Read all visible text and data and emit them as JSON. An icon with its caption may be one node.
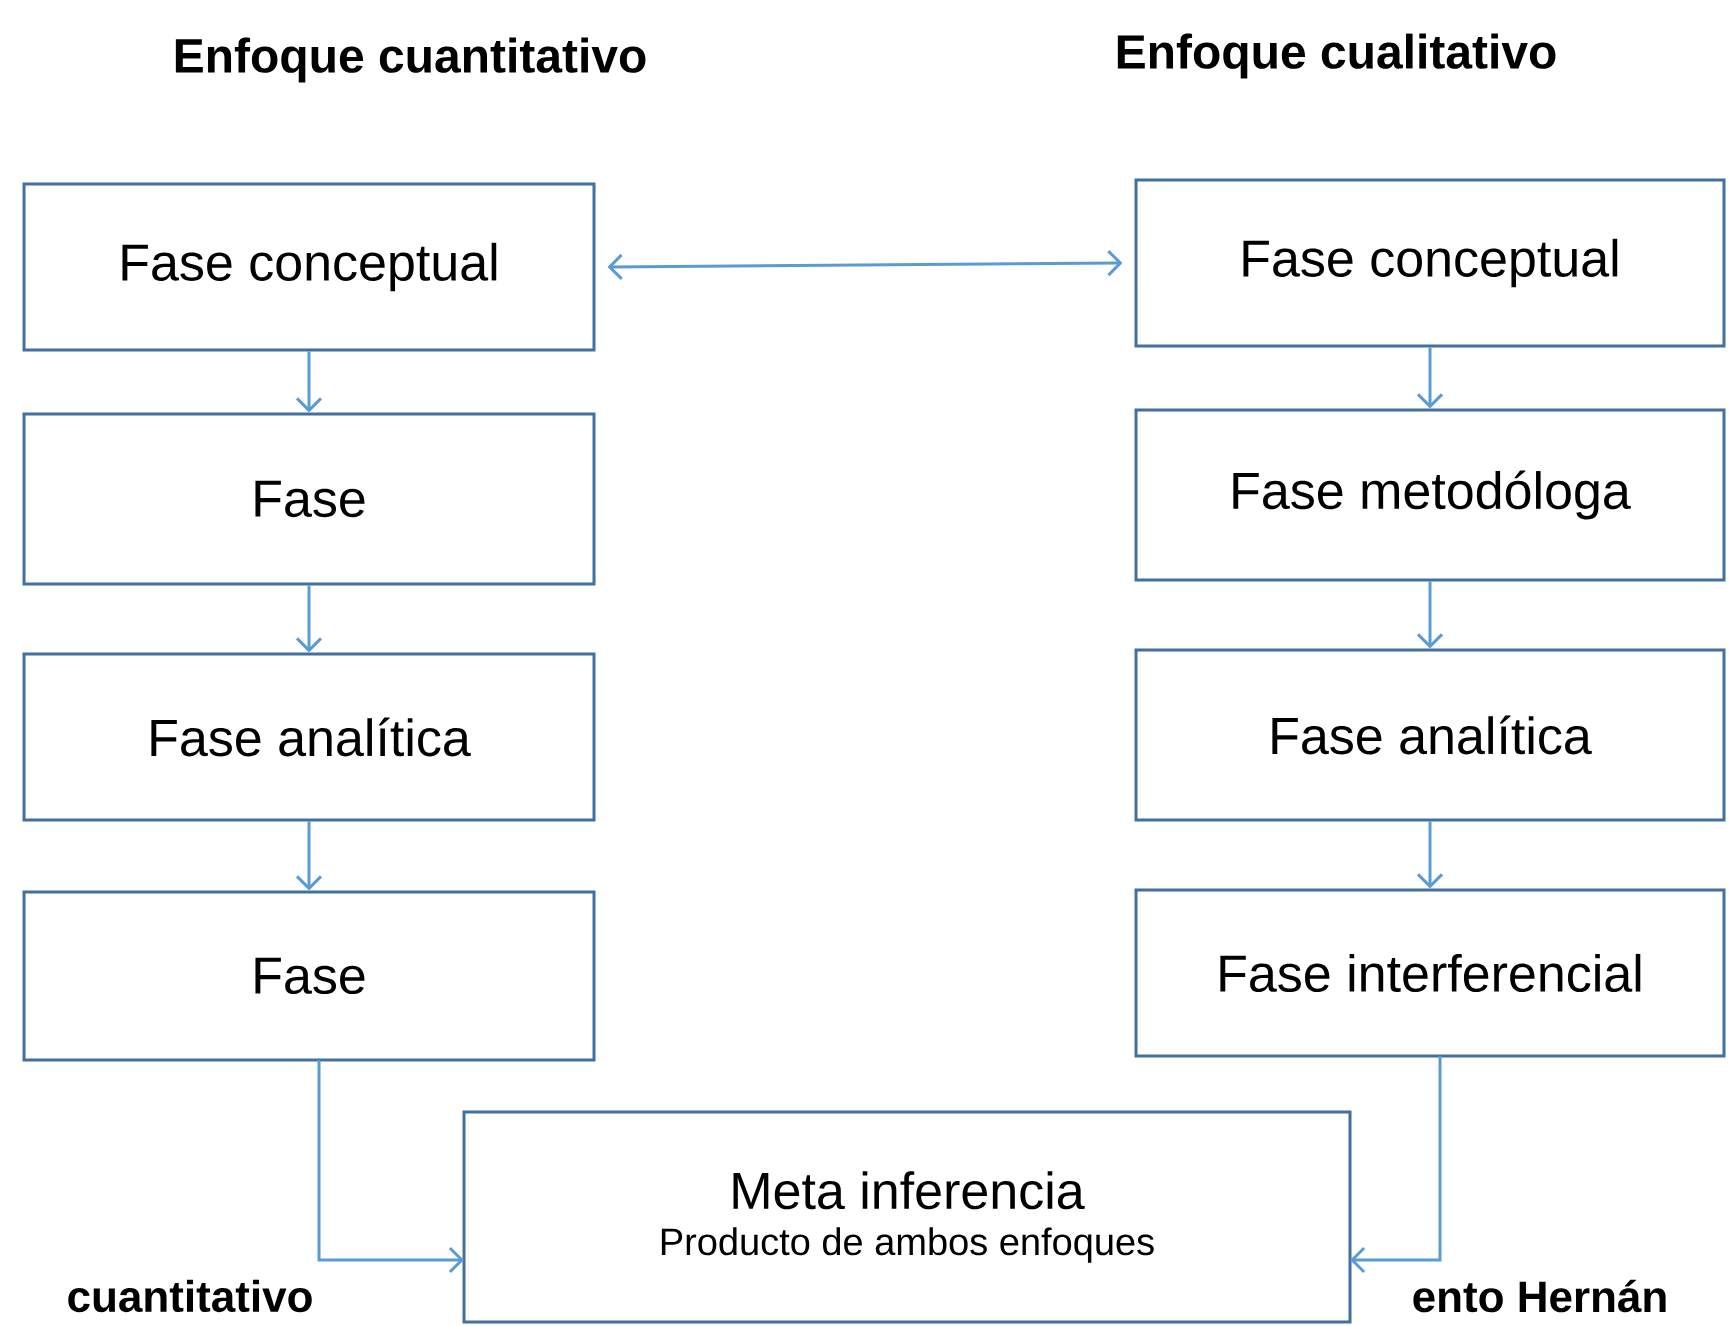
{
  "diagram": {
    "nodes": [
      {
        "text": [
          "Fase conceptual"
        ]
      },
      {
        "text": [
          "Fase"
        ]
      },
      {
        "text": [
          "Fase analítica"
        ]
      },
      {
        "text": [
          "Fase"
        ]
      },
      {
        "text": [
          "Fase conceptual"
        ]
      },
      {
        "text": [
          "Fase metodóloga"
        ]
      },
      {
        "text": [
          "Fase analítica"
        ]
      },
      {
        "text": [
          "Fase interferencial"
        ]
      },
      {
        "text": [
          "Meta inferencia",
          "Producto de ambos enfoques"
        ]
      }
    ],
    "edges": [
      {
        "from": 0,
        "to": 4,
        "arrow": "both"
      },
      {
        "from": 0,
        "to": 1,
        "arrow": "to"
      },
      {
        "from": 1,
        "to": 2,
        "arrow": "to"
      },
      {
        "from": 2,
        "to": 3,
        "arrow": "to"
      },
      {
        "from": 4,
        "to": 5,
        "arrow": "to"
      },
      {
        "from": 5,
        "to": 6,
        "arrow": "to"
      },
      {
        "from": 6,
        "to": 7,
        "arrow": "to"
      },
      {
        "from": 3,
        "to": 8,
        "arrow": "to"
      },
      {
        "from": 7,
        "to": 8,
        "arrow": "to"
      }
    ],
    "labels": [
      "Enfoque cuantitativo",
      "Enfoque cualitativo",
      "cuantitativo",
      "ento Hernán"
    ]
  }
}
